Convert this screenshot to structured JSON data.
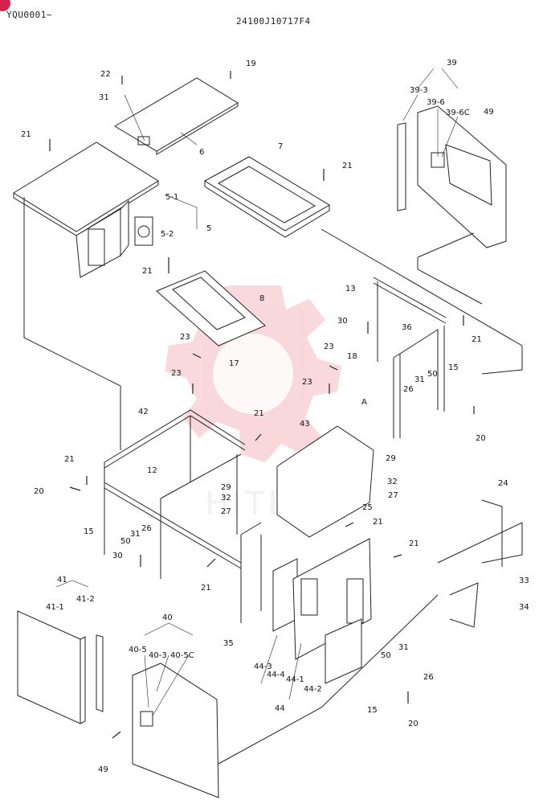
{
  "header": {
    "series_code": "YQU0001~",
    "drawing_number": "24100J10717F4"
  },
  "watermark": {
    "text": "HITEX",
    "color": "#f4b9bd"
  },
  "colors": {
    "linework": "#222222",
    "badge": "#d9224a",
    "background": "#ffffff"
  },
  "callouts": [
    {
      "id": "c-22",
      "text": "22"
    },
    {
      "id": "c-19",
      "text": "19"
    },
    {
      "id": "c-31a",
      "text": "31"
    },
    {
      "id": "c-6",
      "text": "6"
    },
    {
      "id": "c-21a",
      "text": "21"
    },
    {
      "id": "c-7",
      "text": "7"
    },
    {
      "id": "c-21b",
      "text": "21"
    },
    {
      "id": "c-39",
      "text": "39"
    },
    {
      "id": "c-39-3",
      "text": "39-3"
    },
    {
      "id": "c-39-6",
      "text": "39-6"
    },
    {
      "id": "c-39-6c",
      "text": "39-6C"
    },
    {
      "id": "c-49a",
      "text": "49"
    },
    {
      "id": "c-5-1",
      "text": "5-1"
    },
    {
      "id": "c-5",
      "text": "5"
    },
    {
      "id": "c-5-2",
      "text": "5-2"
    },
    {
      "id": "c-21c",
      "text": "21"
    },
    {
      "id": "c-8",
      "text": "8"
    },
    {
      "id": "c-13",
      "text": "13"
    },
    {
      "id": "c-30a",
      "text": "30"
    },
    {
      "id": "c-36",
      "text": "36"
    },
    {
      "id": "c-21d",
      "text": "21"
    },
    {
      "id": "c-23a",
      "text": "23"
    },
    {
      "id": "c-17",
      "text": "17"
    },
    {
      "id": "c-23b",
      "text": "23"
    },
    {
      "id": "c-18",
      "text": "18"
    },
    {
      "id": "c-23c",
      "text": "23"
    },
    {
      "id": "c-23d",
      "text": "23"
    },
    {
      "id": "c-a",
      "text": "A"
    },
    {
      "id": "c-31b",
      "text": "31"
    },
    {
      "id": "c-50a",
      "text": "50"
    },
    {
      "id": "c-15a",
      "text": "15"
    },
    {
      "id": "c-26a",
      "text": "26"
    },
    {
      "id": "c-20a",
      "text": "20"
    },
    {
      "id": "c-42",
      "text": "42"
    },
    {
      "id": "c-21e",
      "text": "21"
    },
    {
      "id": "c-43",
      "text": "43"
    },
    {
      "id": "c-21f",
      "text": "21"
    },
    {
      "id": "c-29a",
      "text": "29"
    },
    {
      "id": "c-32a",
      "text": "32"
    },
    {
      "id": "c-27a",
      "text": "27"
    },
    {
      "id": "c-25",
      "text": "25"
    },
    {
      "id": "c-24",
      "text": "24"
    },
    {
      "id": "c-20b",
      "text": "20"
    },
    {
      "id": "c-12",
      "text": "12"
    },
    {
      "id": "c-29b",
      "text": "29"
    },
    {
      "id": "c-32b",
      "text": "32"
    },
    {
      "id": "c-27b",
      "text": "27"
    },
    {
      "id": "c-15b",
      "text": "15"
    },
    {
      "id": "c-50b",
      "text": "50"
    },
    {
      "id": "c-31c",
      "text": "31"
    },
    {
      "id": "c-26b",
      "text": "26"
    },
    {
      "id": "c-21g",
      "text": "21"
    },
    {
      "id": "c-30b",
      "text": "30"
    },
    {
      "id": "c-21h",
      "text": "21"
    },
    {
      "id": "c-21i",
      "text": "21"
    },
    {
      "id": "c-33",
      "text": "33"
    },
    {
      "id": "c-34",
      "text": "34"
    },
    {
      "id": "c-41",
      "text": "41"
    },
    {
      "id": "c-41-1",
      "text": "41-1"
    },
    {
      "id": "c-41-2",
      "text": "41-2"
    },
    {
      "id": "c-35",
      "text": "35"
    },
    {
      "id": "c-40",
      "text": "40"
    },
    {
      "id": "c-40-5",
      "text": "40-5"
    },
    {
      "id": "c-40-3",
      "text": "40-3"
    },
    {
      "id": "c-40-5c",
      "text": "40-5C"
    },
    {
      "id": "c-44-3",
      "text": "44-3"
    },
    {
      "id": "c-44-4",
      "text": "44-4"
    },
    {
      "id": "c-44-1",
      "text": "44-1"
    },
    {
      "id": "c-44-2",
      "text": "44-2"
    },
    {
      "id": "c-44",
      "text": "44"
    },
    {
      "id": "c-50c",
      "text": "50"
    },
    {
      "id": "c-31d",
      "text": "31"
    },
    {
      "id": "c-26c",
      "text": "26"
    },
    {
      "id": "c-15c",
      "text": "15"
    },
    {
      "id": "c-20c",
      "text": "20"
    },
    {
      "id": "c-49b",
      "text": "49"
    }
  ]
}
